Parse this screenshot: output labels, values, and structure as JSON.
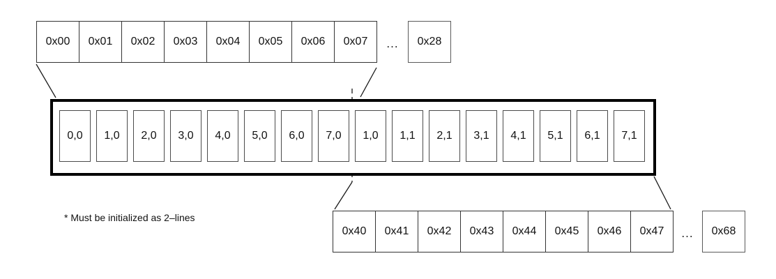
{
  "diagram": {
    "top_address_row": {
      "cells": [
        "0x00",
        "0x01",
        "0x02",
        "0x03",
        "0x04",
        "0x05",
        "0x06",
        "0x07"
      ],
      "ellipsis": "...",
      "last_cell": "0x28"
    },
    "line_buffer": {
      "cells": [
        "0,0",
        "1,0",
        "2,0",
        "3,0",
        "4,0",
        "5,0",
        "6,0",
        "7,0",
        "1,0",
        "1,1",
        "2,1",
        "3,1",
        "4,1",
        "5,1",
        "6,1",
        "7,1"
      ]
    },
    "bottom_address_row": {
      "cells": [
        "0x40",
        "0x41",
        "0x42",
        "0x43",
        "0x44",
        "0x45",
        "0x46",
        "0x47"
      ],
      "ellipsis": "...",
      "last_cell": "0x68"
    },
    "footnote": "* Must be initialized as 2–lines"
  },
  "colors": {
    "line": "#1a1a1a",
    "outer_box": "#000000",
    "cell_border": "#4a4a4a",
    "row_border": "#333333",
    "text": "#111111",
    "background": "#ffffff"
  }
}
